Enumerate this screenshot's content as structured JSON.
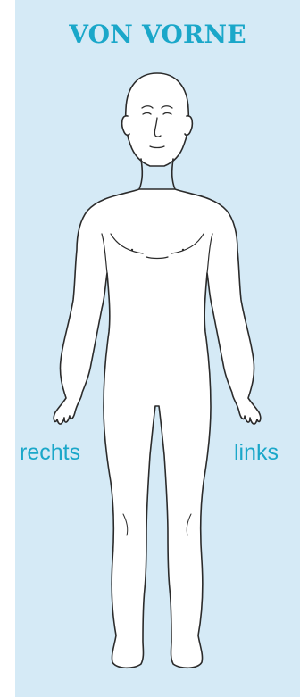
{
  "title": "VON VORNE",
  "labels": {
    "right_side": "rechts",
    "left_side": "links"
  },
  "colors": {
    "panel_background": "#d5eaf6",
    "accent_text": "#1aa7c9",
    "outline": "#2b2b2b",
    "body_fill": "#ffffff"
  },
  "figure": {
    "icon": "human-body-front-outline"
  }
}
